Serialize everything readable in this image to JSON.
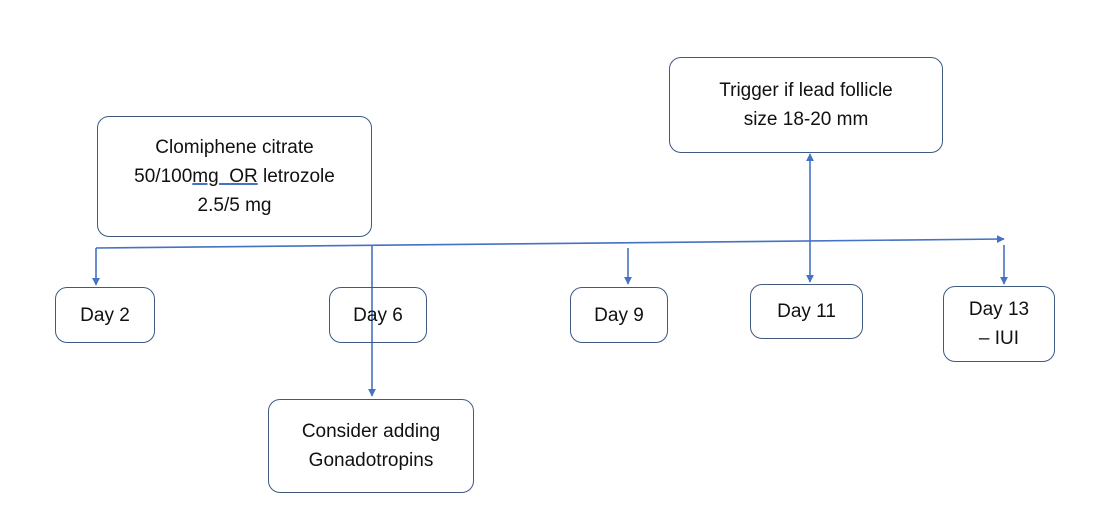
{
  "boxes": {
    "drug": {
      "line1": "Clomiphene citrate",
      "line2_pre": "50/100",
      "line2_ul": "mg  OR",
      "line2_post": " letrozole",
      "line3": "2.5/5 mg"
    },
    "trigger": {
      "line1": "Trigger if lead follicle",
      "line2": "size 18-20 mm"
    },
    "gonadotropins": {
      "line1": "Consider adding",
      "line2": "Gonadotropins"
    }
  },
  "days": {
    "d2": "Day 2",
    "d6": "Day 6",
    "d9": "Day 9",
    "d11": "Day 11",
    "d13_line1": "Day 13",
    "d13_line2": "– IUI"
  },
  "colors": {
    "arrow": "#4472c4",
    "box_border": "#3e5a80"
  }
}
